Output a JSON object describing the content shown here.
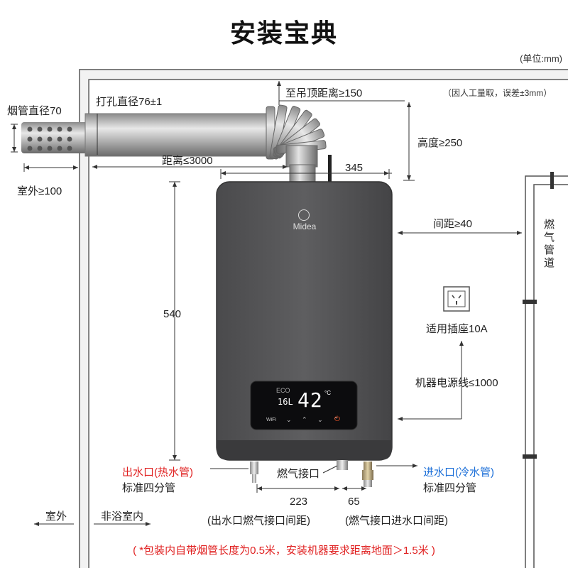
{
  "title": "安装宝典",
  "unit": "(单位:mm)",
  "note_measure": "（因人工量取，误差±3mm）",
  "flue_diameter": "烟管直径70",
  "hole_diameter": "打孔直径76±1",
  "ceiling_distance": "至吊顶距离≥150",
  "height_label": "高度≥250",
  "distance_3000": "距离≤3000",
  "width_345": "345",
  "outdoor_100": "室外≥100",
  "spacing_40": "间距≥40",
  "gas_pipe": "燃气管道",
  "socket": "适用插座10A",
  "power_cord": "机器电源线≤1000",
  "height_540": "540",
  "brand": "Midea",
  "display": {
    "temp": "42",
    "unit_c": "°C",
    "flow": "16L",
    "wifi": "WiFi",
    "eco": "ECO"
  },
  "hot_outlet": "出水口(热水管)",
  "hot_outlet_std": "标准四分管",
  "gas_inlet": "燃气接口",
  "cold_inlet": "进水口(冷水管)",
  "cold_inlet_std": "标准四分管",
  "dim_223": "223",
  "dim_65": "65",
  "dim_223_desc": "(出水口燃气接口间距)",
  "dim_65_desc": "(燃气接口进水口间距)",
  "outdoor": "室外",
  "indoor": "非浴室内",
  "footnote": "( *包装内自带烟管长度为0.5米，安装机器要求距离地面＞1.5米 )"
}
